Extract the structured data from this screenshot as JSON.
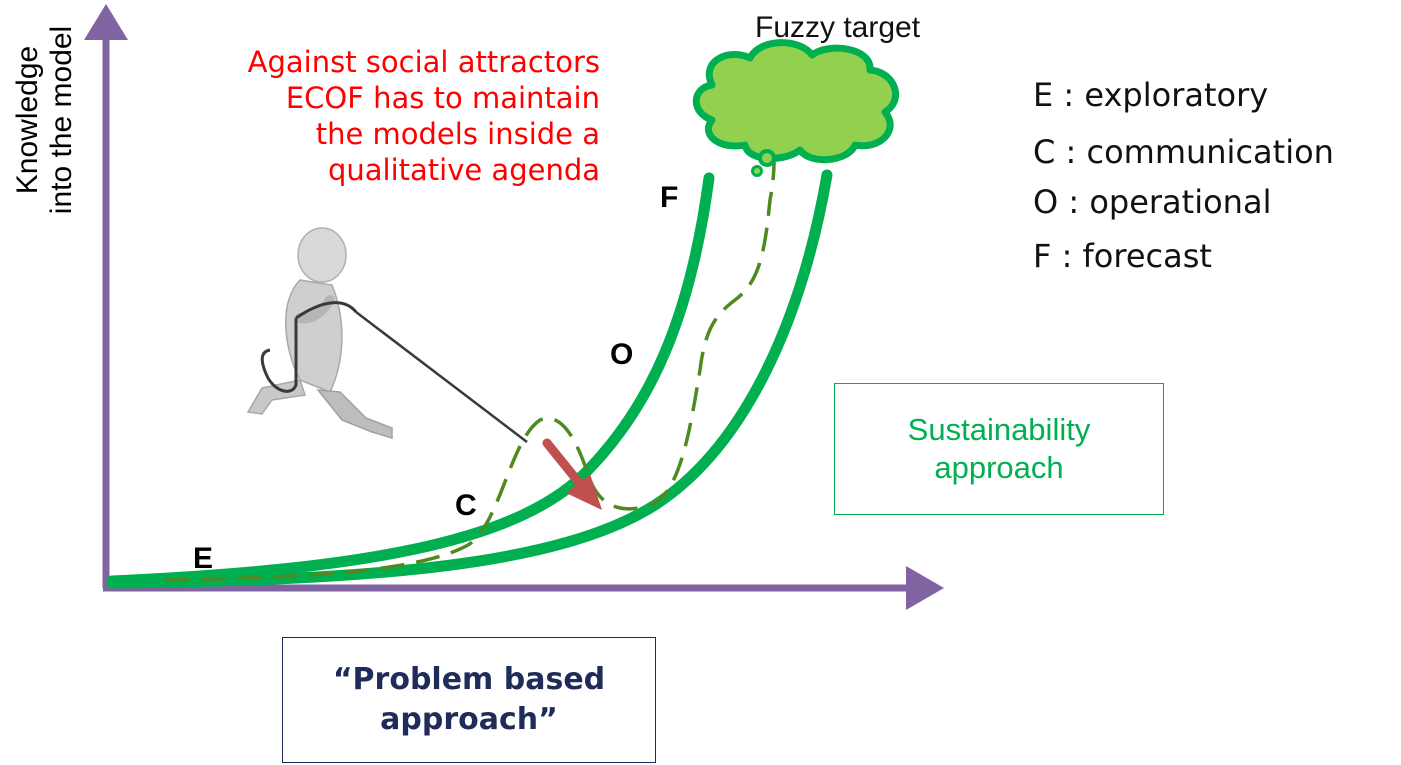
{
  "y_axis_label_line1": "Knowledge",
  "y_axis_label_line2": "into the model",
  "note_lines": [
    "Against social attractors",
    "ECOF has to maintain",
    "the models inside a",
    "qualitative agenda"
  ],
  "stage_labels": {
    "e": "E",
    "c": "C",
    "o": "O",
    "f": "F"
  },
  "fuzzy_target": "Fuzzy target",
  "legend": [
    "E : exploratory",
    "C : communication",
    "O : operational",
    "F : forecast"
  ],
  "sustainability_box": {
    "line1": "Sustainability",
    "line2": "approach"
  },
  "problem_box": {
    "line1": "“Problem based",
    "line2": "approach”"
  },
  "colors": {
    "axis": "#8064a2",
    "curve": "#00b050",
    "dashed": "#4e8a1f",
    "arrow": "#c0504d",
    "note": "#ff0000",
    "cloud_fill": "#92d050",
    "problem_box": "#1f2b59"
  }
}
